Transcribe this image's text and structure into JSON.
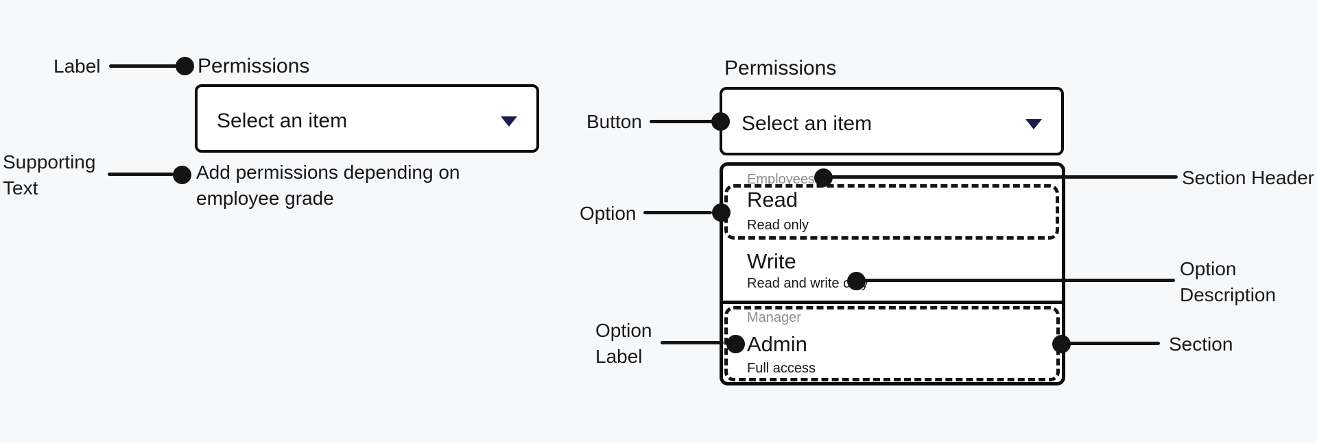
{
  "colors": {
    "background": "#f7f8fa",
    "surface": "#ffffff",
    "border_ink": "#0c0c0c",
    "text": "#161616",
    "muted_header": "#8d8d8d",
    "chevron": "#1c1c4e",
    "annotation": "#141414"
  },
  "icons": {
    "dropdown_chevron": "chevron-down-icon"
  },
  "left": {
    "annotations": {
      "label": "Label",
      "supporting_text": "Supporting Text"
    },
    "label": "Permissions",
    "dropdown_value": "Select an item",
    "supporting_text": "Add permissions depending on employee grade"
  },
  "right": {
    "annotations": {
      "button": "Button",
      "option": "Option",
      "option_label": "Option Label",
      "section_header": "Section Header",
      "option_description": "Option Description",
      "section": "Section"
    },
    "label": "Permissions",
    "dropdown_value": "Select an item",
    "menu": {
      "sections": [
        {
          "header": "Employees",
          "options": [
            {
              "label": "Read",
              "description": "Read only"
            },
            {
              "label": "Write",
              "description": "Read and write only"
            }
          ]
        },
        {
          "header": "Manager",
          "options": [
            {
              "label": "Admin",
              "description": "Full access"
            }
          ]
        }
      ]
    }
  }
}
